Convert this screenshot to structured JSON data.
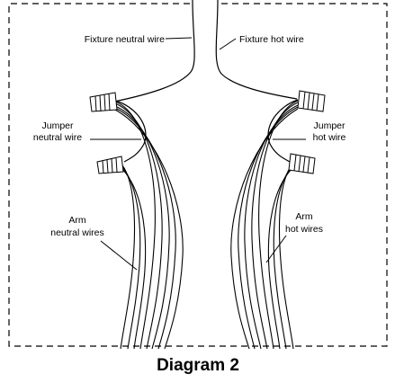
{
  "diagram": {
    "title": "Diagram 2",
    "labels": {
      "fixture_neutral": "Fixture neutral wire",
      "fixture_hot": "Fixture hot wire",
      "jumper_neutral_line1": "Jumper",
      "jumper_neutral_line2": "neutral wire",
      "jumper_hot_line1": "Jumper",
      "jumper_hot_line2": "hot wire",
      "arm_neutral_line1": "Arm",
      "arm_neutral_line2": "neutral wires",
      "arm_hot_line1": "Arm",
      "arm_hot_line2": "hot wires"
    }
  }
}
